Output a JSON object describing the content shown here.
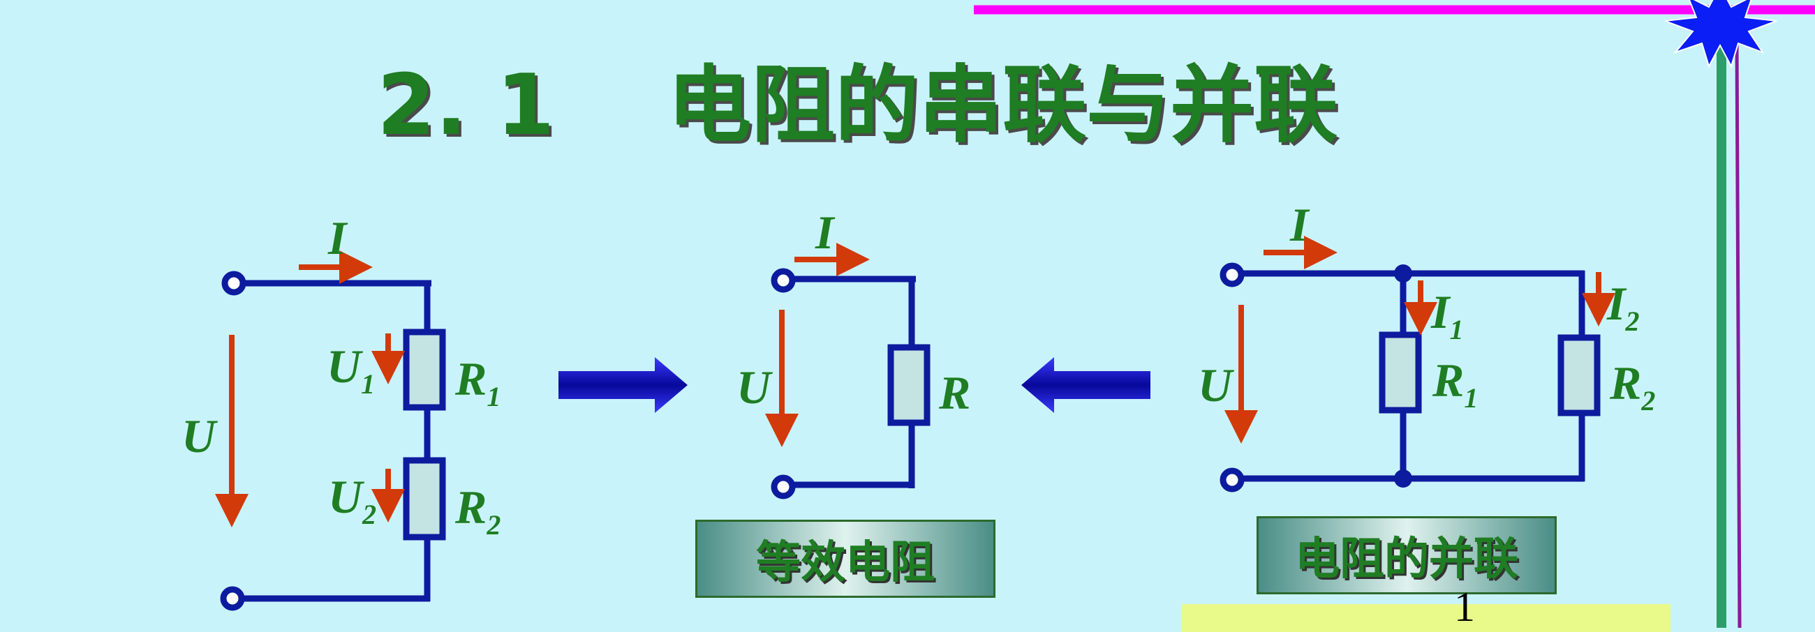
{
  "slide": {
    "title": "2. 1　 电阻的串联与并联"
  },
  "circuits": {
    "series": {
      "current": "I",
      "voltage": "U",
      "u1": "U",
      "u1_sub": "1",
      "u2": "U",
      "u2_sub": "2",
      "r1": "R",
      "r1_sub": "1",
      "r2": "R",
      "r2_sub": "2"
    },
    "equivalent": {
      "current": "I",
      "voltage": "U",
      "resistor": "R",
      "caption": "等效电阻"
    },
    "parallel": {
      "current": "I",
      "voltage": "U",
      "i1": "I",
      "i1_sub": "1",
      "i2": "I",
      "i2_sub": "2",
      "r1": "R",
      "r1_sub": "1",
      "r2": "R",
      "r2_sub": "2",
      "caption": "电阻的并联"
    }
  },
  "formula_partial": "1",
  "colors": {
    "background": "#c9f3fa",
    "wire": "#0d1b9e",
    "resistor_fill": "#c4e3e3",
    "current_arrow": "#d23a0a",
    "label": "#1f7d23",
    "magenta_line": "#ff00ff",
    "green_line": "#2e9d6a",
    "purple_line": "#8a1a9a",
    "starburst": "#0a1ef5",
    "formula_box": "#e9fa8a"
  }
}
